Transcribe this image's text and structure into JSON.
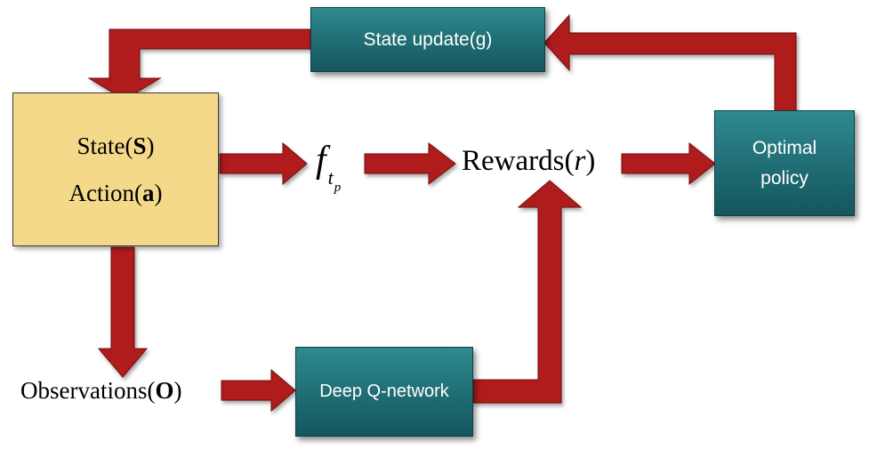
{
  "diagram": {
    "state_update": {
      "label": "State update(g)"
    },
    "state_action": {
      "state_prefix": "State(",
      "state_symbol": "S",
      "state_suffix": ")",
      "action_prefix": "Action",
      "action_open": "(",
      "action_symbol": "a",
      "action_suffix": ")"
    },
    "f_tp": {
      "f": "f",
      "t": "t",
      "p": "p"
    },
    "rewards": {
      "prefix": "Rewards",
      "open": "(",
      "symbol": "r",
      "close": ")"
    },
    "optimal_policy": {
      "line1": "Optimal",
      "line2": "policy"
    },
    "observations": {
      "prefix": "Observations",
      "open": "(",
      "symbol": "O",
      "close": ")"
    },
    "deep_q_network": {
      "label": "Deep Q-network"
    }
  },
  "colors": {
    "arrow_red": "#b01c1c",
    "arrow_shadow": "#8a8a8a",
    "box_teal": "#1f6c73",
    "box_yellow": "#f5d98b"
  }
}
